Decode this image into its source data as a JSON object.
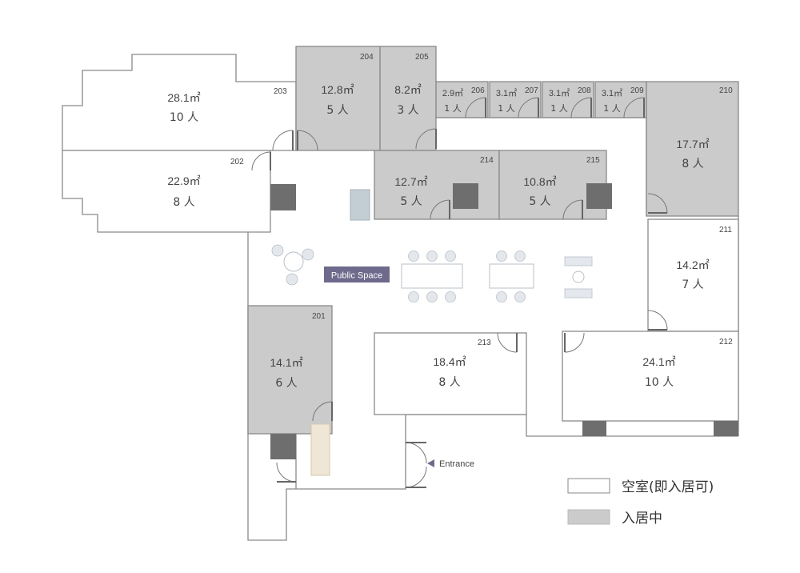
{
  "rooms": {
    "r201": {
      "number": "201",
      "area": "14.1㎡",
      "capacity": "6 人"
    },
    "r202": {
      "number": "202",
      "area": "22.9㎡",
      "capacity": "8 人"
    },
    "r203": {
      "number": "203",
      "area": "28.1㎡",
      "capacity": "10 人"
    },
    "r204": {
      "number": "204",
      "area": "12.8㎡",
      "capacity": "5 人"
    },
    "r205": {
      "number": "205",
      "area": "8.2㎡",
      "capacity": "3 人"
    },
    "r206": {
      "number": "206",
      "area": "2.9㎡",
      "capacity": "1 人"
    },
    "r207": {
      "number": "207",
      "area": "3.1㎡",
      "capacity": "1 人"
    },
    "r208": {
      "number": "208",
      "area": "3.1㎡",
      "capacity": "1 人"
    },
    "r209": {
      "number": "209",
      "area": "3.1㎡",
      "capacity": "1 人"
    },
    "r210": {
      "number": "210",
      "area": "17.7㎡",
      "capacity": "8 人"
    },
    "r211": {
      "number": "211",
      "area": "14.2㎡",
      "capacity": "7 人"
    },
    "r212": {
      "number": "212",
      "area": "24.1㎡",
      "capacity": "10 人"
    },
    "r213": {
      "number": "213",
      "area": "18.4㎡",
      "capacity": "8 人"
    },
    "r214": {
      "number": "214",
      "area": "12.7㎡",
      "capacity": "5 人"
    },
    "r215": {
      "number": "215",
      "area": "10.8㎡",
      "capacity": "5 人"
    }
  },
  "labels": {
    "public_space": "Public Space",
    "entrance": "Entrance"
  },
  "legend": {
    "vacant": "空室(即入居可)",
    "occupied": "入居中"
  },
  "colors": {
    "vacant": "#ffffff",
    "occupied": "#cbcbcb",
    "wall": "#8a8a8a",
    "pillar": "#6e6e6e",
    "public_space_badge": "#6e6a8c",
    "entrance_arrow": "#6e6a8c"
  }
}
